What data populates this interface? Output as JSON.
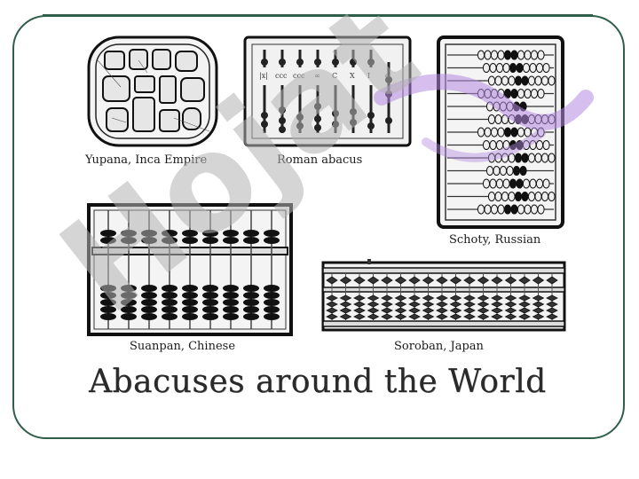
{
  "captions": {
    "yupana": "Yupana, Inca Empire",
    "roman": "Roman abacus",
    "schoty": "Schoty, Russian",
    "suanpan": "Suanpan, Chinese",
    "soroban": "Soroban, Japan"
  },
  "title": "Abacuses around the World",
  "watermark": {
    "text": "Hojat"
  },
  "colors": {
    "frame": "#2f5f4a",
    "watermark_gray": "#b3b3b3",
    "watermark_purple": "#b58be0"
  }
}
